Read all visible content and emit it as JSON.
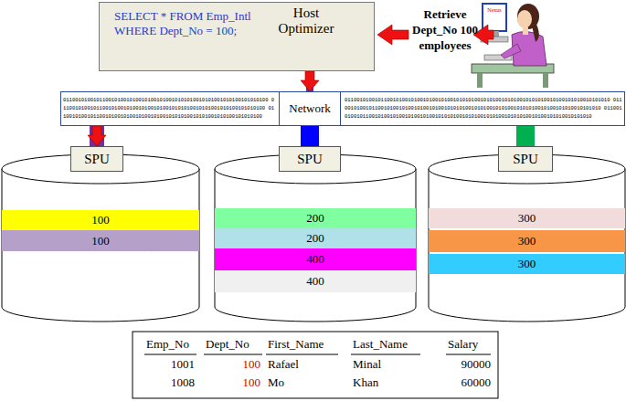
{
  "diagram": {
    "nodes": [
      {
        "text": [
          "SELECT * FROM Emp_Intl WHERE Dept_No = 100;",
          "Host Optimizer"
        ]
      },
      {
        "text": [
          "01100101001011001010010100101001010010101010010101001010100101010100 01100101001011001010010100101001010010101010010101001010100101010100 01100101001011001010010100101001010010101010010101001010100101010100",
          "0110010100101100101001010010100101001010101001010100101010010101010010100101010010101010 0110010100101100101001010010100101001010101001010100101010010101010010100101010010101010 0110010100101100101001010010100101001010101001010100101010010101010010100101010010101010"
        ]
      },
      {
        "text": [
          "Network"
        ],
        "in": 1
      },
      {
        "text": [
          "SPU"
        ]
      },
      {
        "text": [
          "SPU"
        ]
      },
      {
        "text": [
          "SPU"
        ]
      },
      {
        "text": [
          "100"
        ]
      },
      {
        "text": [
          "100"
        ]
      },
      {
        "text": [
          "200"
        ]
      },
      {
        "text": [
          "200"
        ]
      },
      {
        "text": [
          "400"
        ]
      },
      {
        "text": [
          "400"
        ]
      },
      {
        "text": [
          "300"
        ]
      },
      {
        "text": [
          "300"
        ]
      },
      {
        "text": [
          "300"
        ]
      }
    ],
    "edges": [
      {
        "from": 0,
        "to": 2,
        "arrow": "to"
      },
      {
        "from": 1,
        "to": 3,
        "arrow": "to"
      },
      {
        "from": 2,
        "to": 4,
        "arrow": "none"
      },
      {
        "from": 1,
        "to": 5,
        "arrow": "none"
      }
    ],
    "labels": [
      "Retrieve Dept_No 100 employees",
      "Nexus",
      "Emp_No",
      "Dept_No",
      "First_Name",
      "Last_Name",
      "Salary",
      "1001",
      "100",
      "Rafael",
      "Minal",
      "90000",
      "1008",
      "100",
      "Mo",
      "Khan",
      "60000"
    ]
  }
}
